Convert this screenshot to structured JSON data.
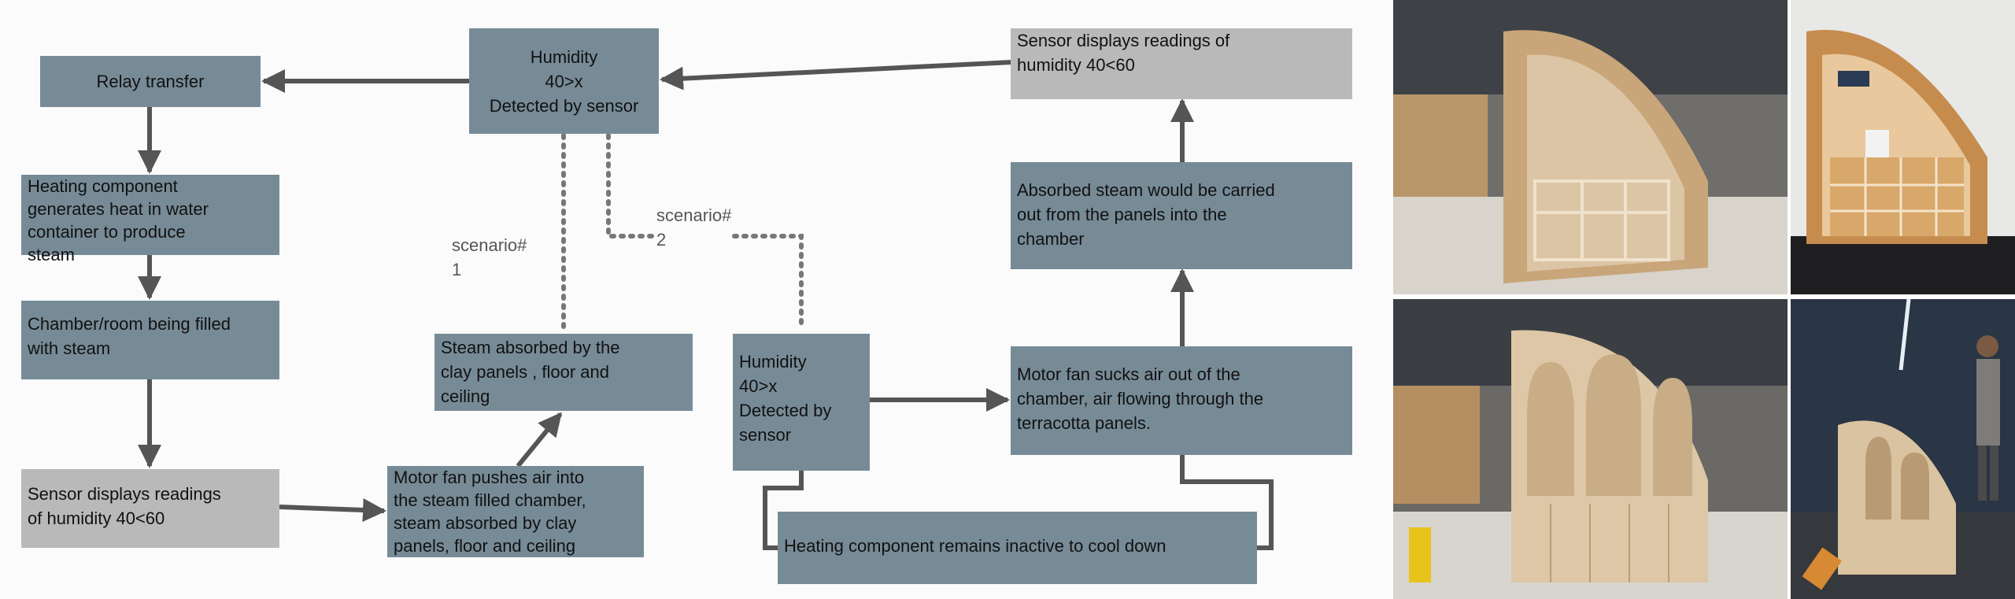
{
  "diagram": {
    "nodes": {
      "humidity_top": "Humidity\n40>x\nDetected by sensor",
      "relay": "Relay transfer",
      "heating": "Heating component\ngenerates heat in water\ncontainer to produce\nsteam",
      "chamber": "Chamber/room being filled\nwith steam",
      "sensor_left": "Sensor displays readings\nof humidity 40<60",
      "motor_push": "Motor fan pushes air into\nthe steam filled chamber,\nsteam absorbed by clay\npanels, floor and ceiling",
      "steam_absorbed": "Steam absorbed by the\nclay panels , floor and\nceiling",
      "humidity_mid": "Humidity\n40>x\nDetected by\nsensor",
      "motor_suck": "Motor fan sucks air out of the\nchamber, air flowing through the\nterracotta panels.",
      "heating_inactive": "Heating component remains inactive to cool down",
      "absorbed_carried": "Absorbed steam would be carried\nout from the panels into the\nchamber",
      "sensor_right": "Sensor displays readings of\nhumidity 40<60"
    },
    "labels": {
      "scenario1": "scenario#\n1",
      "scenario2": "scenario#\n2"
    },
    "colors": {
      "node_blue": "#778b97",
      "node_gray": "#b9b9b9",
      "arrow": "#555555"
    }
  },
  "photos": [
    {
      "name": "arch-frame-front-photo"
    },
    {
      "name": "arch-frame-shelves-photo"
    },
    {
      "name": "arch-panels-photo"
    },
    {
      "name": "person-with-prototype-photo"
    }
  ]
}
